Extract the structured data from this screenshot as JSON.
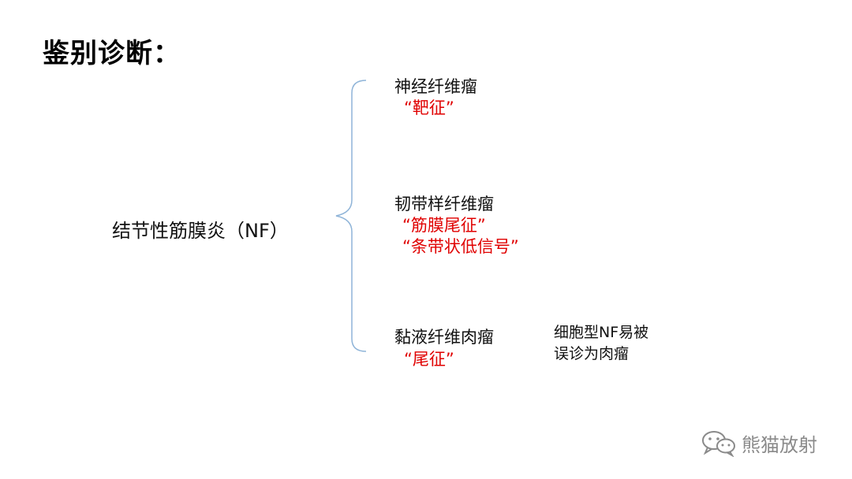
{
  "title": "鉴别诊断：",
  "main_term": "结节性筋膜炎（NF）",
  "groups": [
    {
      "name": "神经纤维瘤",
      "signs": [
        "“靶征”"
      ]
    },
    {
      "name": "韧带样纤维瘤",
      "signs": [
        "“筋膜尾征”",
        "“条带状低信号”"
      ]
    },
    {
      "name": "黏液纤维肉瘤",
      "signs": [
        "“尾征”"
      ]
    }
  ],
  "note": {
    "line1": "细胞型NF易被",
    "line2": "误诊为肉瘤"
  },
  "watermark": {
    "text": "熊猫放射",
    "icon": "wechat-icon"
  },
  "colors": {
    "accent_red": "#e00000",
    "brace": "#8fb4d8",
    "watermark": "#8a8a8a"
  }
}
